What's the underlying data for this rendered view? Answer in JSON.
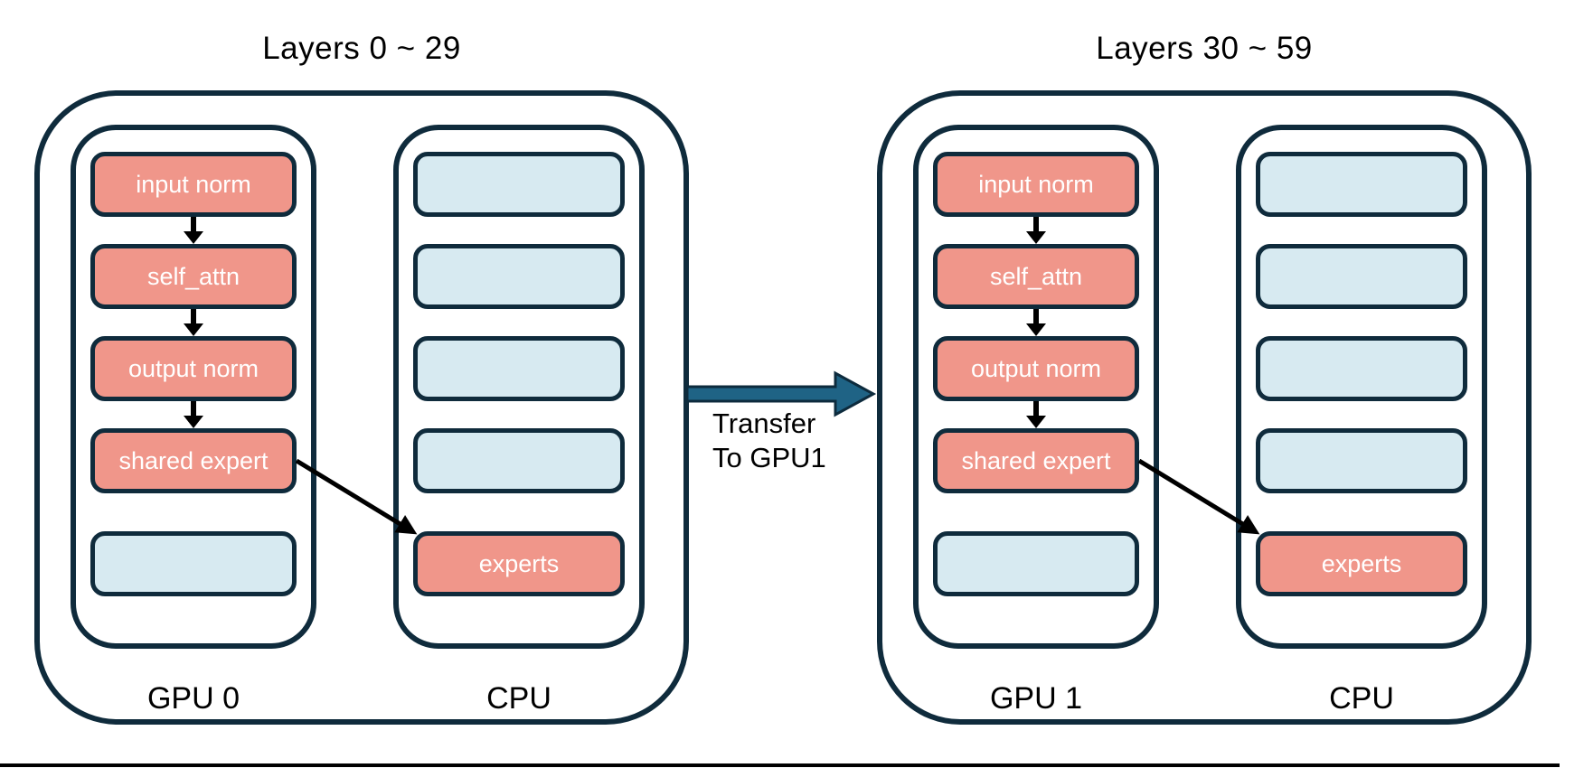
{
  "diagram": {
    "groups": [
      {
        "title": "Layers 0 ~ 29",
        "gpu": {
          "label": "GPU 0",
          "boxes": [
            {
              "label": "input norm",
              "type": "module-on-gpu"
            },
            {
              "label": "self_attn",
              "type": "module-on-gpu"
            },
            {
              "label": "output norm",
              "type": "module-on-gpu"
            },
            {
              "label": "shared expert",
              "type": "module-on-gpu"
            },
            {
              "label": "",
              "type": "empty-slot"
            }
          ]
        },
        "cpu": {
          "label": "CPU",
          "boxes": [
            {
              "label": "",
              "type": "empty-slot"
            },
            {
              "label": "",
              "type": "empty-slot"
            },
            {
              "label": "",
              "type": "empty-slot"
            },
            {
              "label": "",
              "type": "empty-slot"
            },
            {
              "label": "experts",
              "type": "module-on-cpu"
            }
          ]
        }
      },
      {
        "title": "Layers 30 ~ 59",
        "gpu": {
          "label": "GPU 1",
          "boxes": [
            {
              "label": "input norm",
              "type": "module-on-gpu"
            },
            {
              "label": "self_attn",
              "type": "module-on-gpu"
            },
            {
              "label": "output norm",
              "type": "module-on-gpu"
            },
            {
              "label": "shared expert",
              "type": "module-on-gpu"
            },
            {
              "label": "",
              "type": "empty-slot"
            }
          ]
        },
        "cpu": {
          "label": "CPU",
          "boxes": [
            {
              "label": "",
              "type": "empty-slot"
            },
            {
              "label": "",
              "type": "empty-slot"
            },
            {
              "label": "",
              "type": "empty-slot"
            },
            {
              "label": "",
              "type": "empty-slot"
            },
            {
              "label": "experts",
              "type": "module-on-cpu"
            }
          ]
        }
      }
    ],
    "transfer": {
      "line1": "Transfer",
      "line2": "To GPU1"
    },
    "colors": {
      "module_fill": "#F0968A",
      "empty_slot_fill": "#D7EAF1",
      "outline": "#0F2B3C",
      "transfer_arrow_fill": "#1F6385",
      "flow_arrow": "#000000",
      "module_text": "#FFFFFF",
      "label_text": "#000000"
    }
  }
}
